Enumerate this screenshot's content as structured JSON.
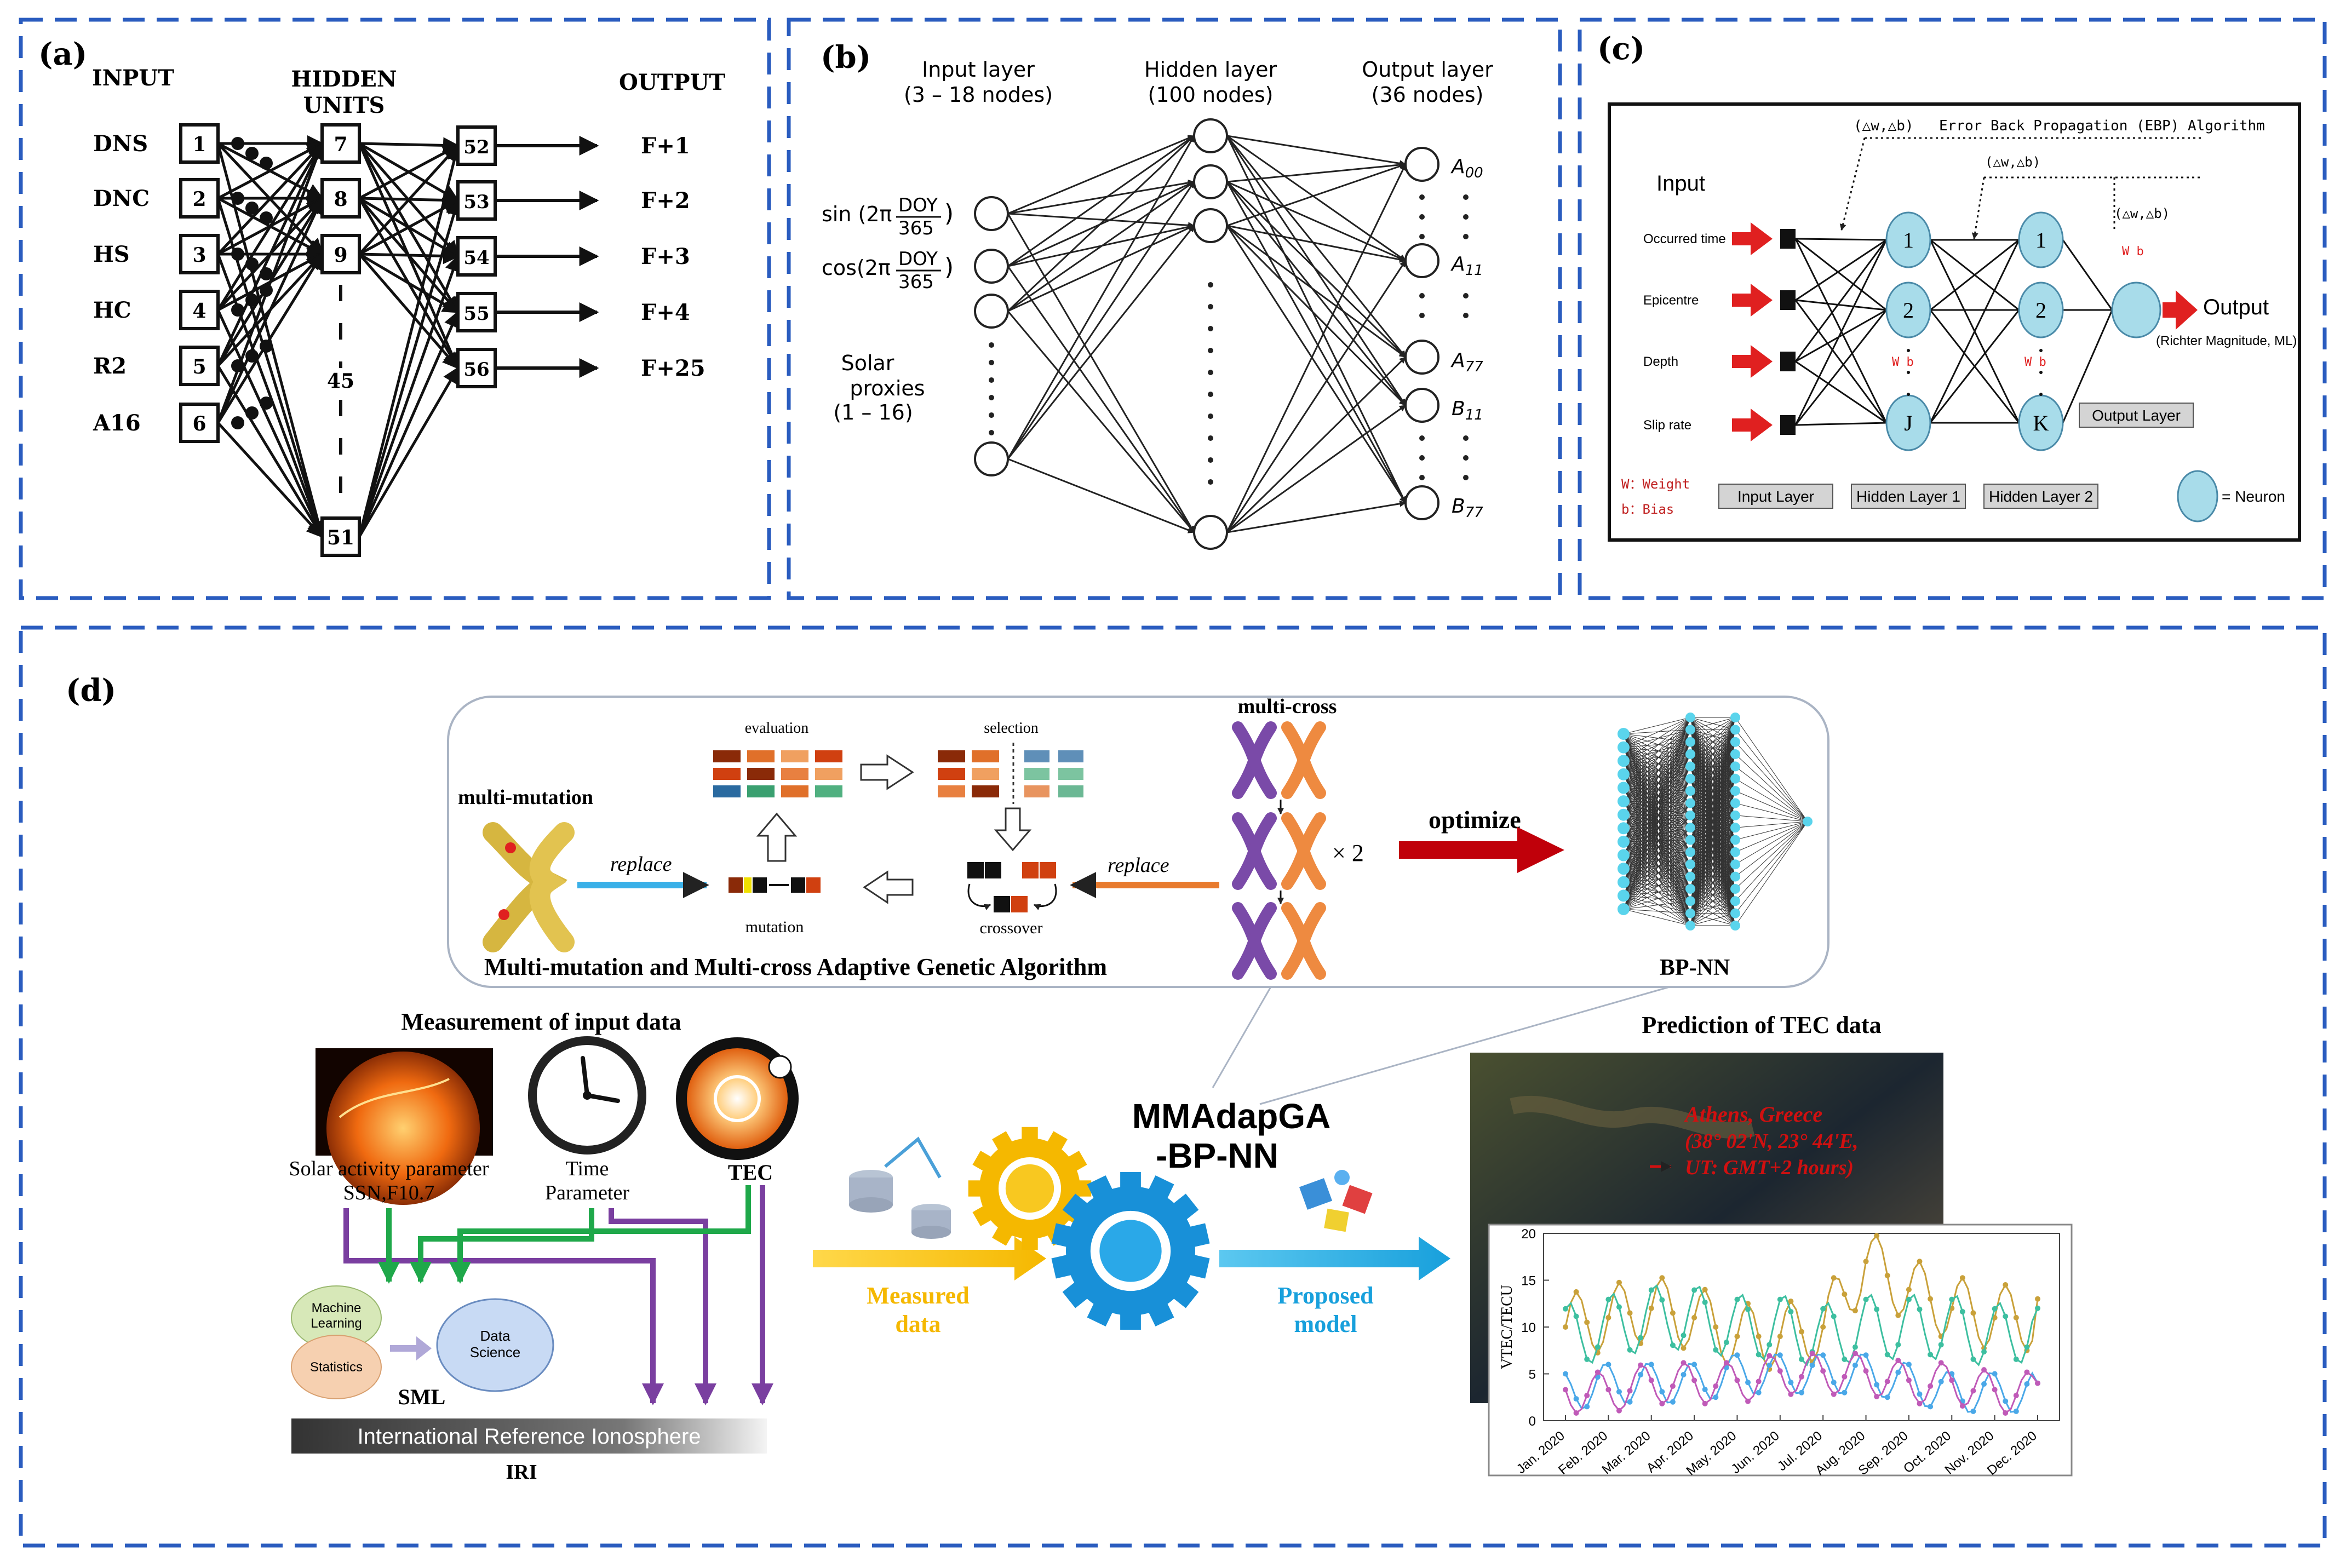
{
  "panel_a": {
    "label": "(a)",
    "col_input": "INPUT",
    "col_hidden": "HIDDEN UNITS",
    "col_output": "OUTPUT",
    "inputs": [
      {
        "name": "DNS",
        "node": "1"
      },
      {
        "name": "DNC",
        "node": "2"
      },
      {
        "name": "HS",
        "node": "3"
      },
      {
        "name": "HC",
        "node": "4"
      },
      {
        "name": "R2",
        "node": "5"
      },
      {
        "name": "A16",
        "node": "6"
      }
    ],
    "hidden": [
      "7",
      "8",
      "9",
      "45",
      "51"
    ],
    "output_nodes": [
      "52",
      "53",
      "54",
      "55",
      "56"
    ],
    "outputs": [
      "F+1",
      "F+2",
      "F+3",
      "F+4",
      "F+25"
    ]
  },
  "panel_b": {
    "label": "(b)",
    "input_layer": "Input layer",
    "input_nodes": "(3 – 18 nodes)",
    "hidden_layer": "Hidden layer",
    "hidden_nodes": "(100 nodes)",
    "output_layer": "Output layer",
    "output_nodes": "(36 nodes)",
    "sin_label": "sin",
    "cos_label": "cos",
    "two_pi": "2π",
    "doy": "DOY",
    "days": "365",
    "solar1": "Solar",
    "solar2": "proxies",
    "solar3": "(1 – 16)",
    "out_a00": "A00",
    "out_a11": "A11",
    "out_a77": "A77",
    "out_b11": "B11",
    "out_b77": "B77"
  },
  "panel_c": {
    "label": "(c)",
    "ebp": "Error Back Propagation (EBP) Algorithm",
    "delta": "(△w,△b)",
    "input_title": "Input",
    "inputs": [
      "Occurred time",
      "Epicentre",
      "Depth",
      "Slip rate"
    ],
    "h1_nodes": [
      "1",
      "2",
      "J"
    ],
    "h2_nodes": [
      "1",
      "2",
      "K"
    ],
    "wb": "W  b",
    "output": "Output",
    "output_note": "(Richter Magnitude, ML)",
    "output_layer": "Output Layer",
    "input_layer": "Input Layer",
    "hidden1": "Hidden Layer 1",
    "hidden2": "Hidden Layer 2",
    "legend_w": "W：Weight",
    "legend_b": "b：Bias",
    "legend_neuron": "= Neuron",
    "colors": {
      "neuron": "#a8dcea",
      "arrow": "#e02020"
    }
  },
  "panel_d": {
    "label": "(d)",
    "multi_mutation": "multi-mutation",
    "replace": "replace",
    "mutation": "mutation",
    "evaluation": "evaluation",
    "selection": "selection",
    "crossover": "crossover",
    "multi_cross": "multi-cross",
    "times2": "× 2",
    "optimize": "optimize",
    "bpnn": "BP-NN",
    "ga_title": "Multi-mutation and Multi-cross Adaptive Genetic Algorithm",
    "measurement": "Measurement of input data",
    "solar_param": "Solar activity parameter",
    "ssn": "SSN,F10.7",
    "time1": "Time",
    "time2": "Parameter",
    "tec": "TEC",
    "ml": "Machine Learning",
    "stats": "Statistics",
    "ds": "Data Science",
    "sml": "SML",
    "iri_banner": "International Reference Ionosphere",
    "iri": "IRI",
    "measured1": "Measured",
    "measured2": "data",
    "model1": "MMAdapGA",
    "model2": "-BP-NN",
    "proposed1": "Proposed",
    "proposed2": "model",
    "prediction": "Prediction of TEC data",
    "athens1": "Athens, Greece",
    "athens2": "(38° 02'N, 23° 44'E,",
    "athens3": "UT: GMT+2 hours)",
    "chart_ylabel": "VTEC/TECU",
    "colors": {
      "purple": "#7a3fa0",
      "green": "#1fa84a",
      "yellow": "#f5c400",
      "blue": "#1aa7e0",
      "red": "#c0000a",
      "orange": "#e87b2e"
    }
  },
  "chart_data": {
    "type": "line",
    "ylabel": "VTEC/TECU",
    "ylim": [
      0,
      20
    ],
    "y_ticks": [
      "0",
      "5",
      "10",
      "15",
      "20"
    ],
    "categories": [
      "Jan. 2020",
      "Feb. 2020",
      "Mar. 2020",
      "Apr. 2020",
      "May. 2020",
      "Jun. 2020",
      "Jul. 2020",
      "Aug. 2020",
      "Sep. 2020",
      "Oct. 2020",
      "Nov. 2020",
      "Dec. 2020"
    ],
    "series": [
      {
        "color": "#c9a13a",
        "values": [
          12,
          13,
          14,
          13,
          11,
          11,
          12,
          19,
          16,
          14,
          13,
          13
        ]
      },
      {
        "color": "#3dbfa0",
        "values": [
          11,
          12,
          13,
          13,
          12,
          12,
          11,
          12,
          12,
          12,
          11,
          12
        ]
      },
      {
        "color": "#4aa8e8",
        "values": [
          4,
          5,
          5,
          5,
          6,
          6,
          6,
          6,
          5,
          4,
          4,
          4
        ]
      },
      {
        "color": "#c05ab8",
        "values": [
          4,
          4,
          5,
          5,
          5,
          6,
          6,
          6,
          5,
          5,
          4,
          4
        ]
      }
    ]
  }
}
